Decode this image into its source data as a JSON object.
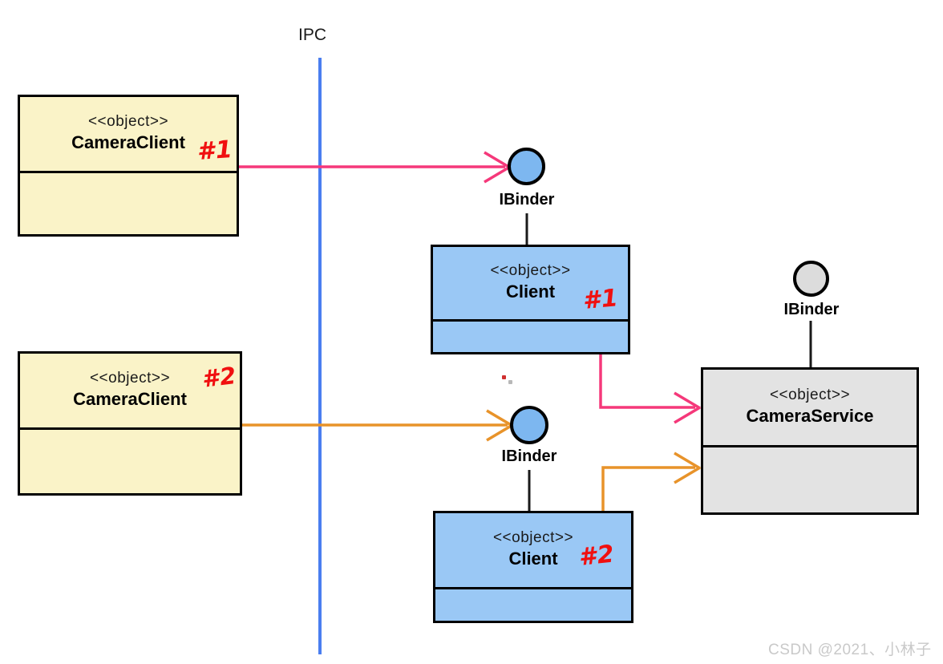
{
  "diagram": {
    "title_label": "IPC",
    "boundary": {
      "name": "ipc-boundary-line",
      "color": "#4a7ef0"
    },
    "objects": [
      {
        "id": "camera-client-1",
        "stereotype": "<<object>>",
        "name": "CameraClient",
        "annotation": "#1",
        "fill": "#faf3c8",
        "border": "#000000"
      },
      {
        "id": "camera-client-2",
        "stereotype": "<<object>>",
        "name": "CameraClient",
        "annotation": "#2",
        "fill": "#faf3c8",
        "border": "#000000"
      },
      {
        "id": "client-1",
        "stereotype": "<<object>>",
        "name": "Client",
        "annotation": "#1",
        "fill": "#9ac8f5",
        "border": "#000000"
      },
      {
        "id": "client-2",
        "stereotype": "<<object>>",
        "name": "Client",
        "annotation": "#2",
        "fill": "#9ac8f5",
        "border": "#000000"
      },
      {
        "id": "camera-service",
        "stereotype": "<<object>>",
        "name": "CameraService",
        "annotation": "",
        "fill": "#e3e3e3",
        "border": "#000000"
      }
    ],
    "interfaces": [
      {
        "id": "ibinder-client-1",
        "label": "IBinder",
        "fill": "#7db7f0"
      },
      {
        "id": "ibinder-client-2",
        "label": "IBinder",
        "fill": "#7db7f0"
      },
      {
        "id": "ibinder-service",
        "label": "IBinder",
        "fill": "#dcdcdc"
      }
    ],
    "connections": [
      {
        "id": "camera-client-1-to-ibinder-1",
        "from": "camera-client-1",
        "to": "ibinder-client-1",
        "color": "#f5387a",
        "style": "arrow"
      },
      {
        "id": "client-1-to-camera-service",
        "from": "client-1",
        "to": "camera-service",
        "color": "#f5387a",
        "style": "arrow"
      },
      {
        "id": "camera-client-2-to-ibinder-2",
        "from": "camera-client-2",
        "to": "ibinder-client-2",
        "color": "#e8932a",
        "style": "arrow"
      },
      {
        "id": "client-2-to-camera-service",
        "from": "client-2",
        "to": "camera-service",
        "color": "#e8932a",
        "style": "arrow"
      },
      {
        "id": "ibinder-1-to-client-1",
        "from": "ibinder-client-1",
        "to": "client-1",
        "color": "#000000",
        "style": "line"
      },
      {
        "id": "ibinder-2-to-client-2",
        "from": "ibinder-client-2",
        "to": "client-2",
        "color": "#000000",
        "style": "line"
      },
      {
        "id": "ibinder-service-to-camera-service",
        "from": "ibinder-service",
        "to": "camera-service",
        "color": "#000000",
        "style": "line"
      }
    ]
  },
  "watermark": {
    "text": "CSDN @2021、小林子"
  }
}
